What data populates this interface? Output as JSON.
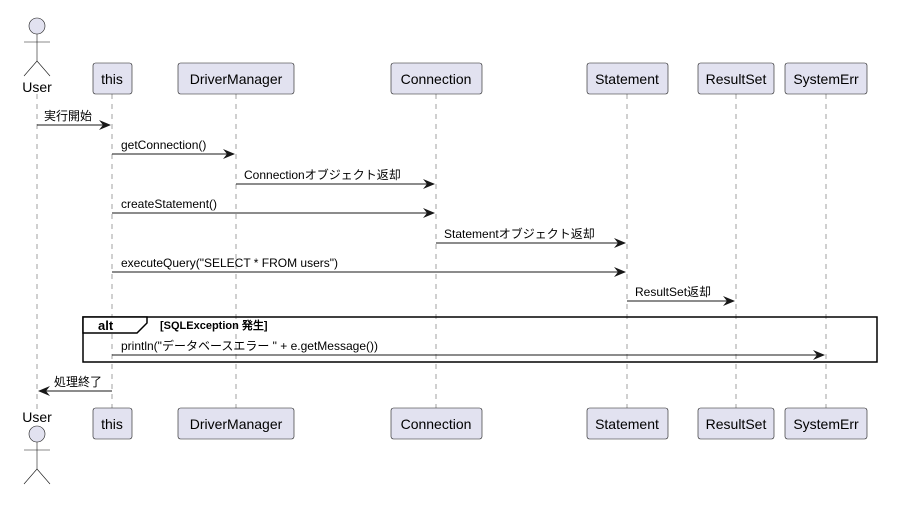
{
  "participants": {
    "user": "User",
    "this": "this",
    "driver_manager": "DriverManager",
    "connection": "Connection",
    "statement": "Statement",
    "result_set": "ResultSet",
    "system_err": "SystemErr"
  },
  "messages": [
    {
      "label": "実行開始",
      "from": "User",
      "to": "this"
    },
    {
      "label": "getConnection()",
      "from": "this",
      "to": "DriverManager"
    },
    {
      "label": "Connectionオブジェクト返却",
      "from": "DriverManager",
      "to": "Connection"
    },
    {
      "label": "createStatement()",
      "from": "this",
      "to": "Connection"
    },
    {
      "label": "Statementオブジェクト返却",
      "from": "Connection",
      "to": "Statement"
    },
    {
      "label": "executeQuery(\"SELECT * FROM users\")",
      "from": "this",
      "to": "Statement"
    },
    {
      "label": "ResultSet返却",
      "from": "Statement",
      "to": "ResultSet"
    },
    {
      "label": "println(\"データベースエラー \" + e.getMessage())",
      "from": "this",
      "to": "SystemErr"
    },
    {
      "label": "処理終了",
      "from": "this",
      "to": "User"
    }
  ],
  "alt_fragment": {
    "keyword": "alt",
    "guard": "[SQLException 発生]"
  }
}
